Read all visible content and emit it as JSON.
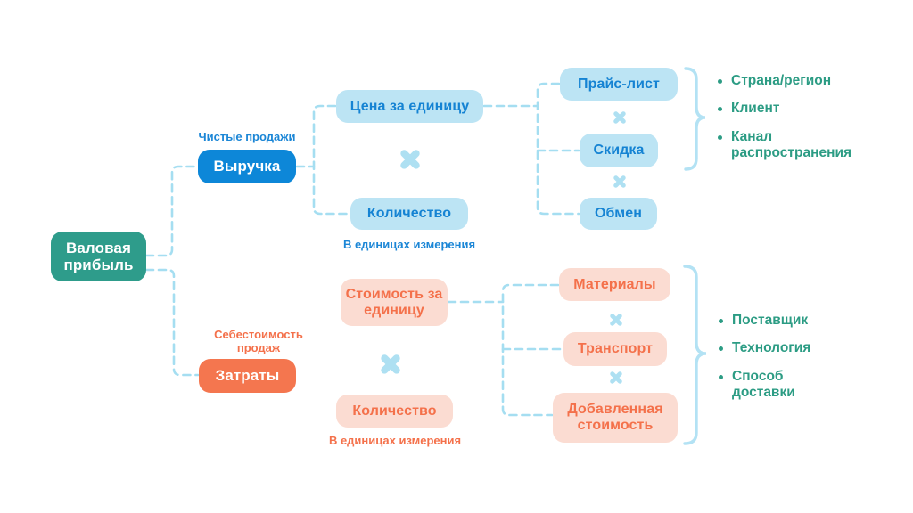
{
  "palette": {
    "background": "#ffffff",
    "teal_box": "#2E9C8B",
    "blue_box": "#0D87D8",
    "orange_box": "#F4764F",
    "light_blue_fill": "#BCE4F4",
    "pink_fill": "#FBDCD2",
    "blue_text": "#1583D3",
    "orange_text": "#F4714B",
    "green_text": "#2C9C84",
    "connector_blue": "#A5DEF1"
  },
  "root": {
    "label": "Валовая прибыль"
  },
  "revenue_branch": {
    "caption": "Чистые продажи",
    "label": "Выручка",
    "unit_price": "Цена за единицу",
    "quantity": "Количество",
    "quantity_caption": "В единицах измерения",
    "factors": [
      "Прайс-лист",
      "Скидка",
      "Обмен"
    ],
    "drivers": [
      "Страна/регион",
      "Клиент",
      "Канал\nраспространения"
    ]
  },
  "cost_branch": {
    "caption": "Себестоимость продаж",
    "label": "Затраты",
    "unit_price": "Стоимость за единицу",
    "quantity": "Количество",
    "quantity_caption": "В единицах измерения",
    "factors": [
      "Материалы",
      "Транспорт",
      "Добавленная стоимость"
    ],
    "drivers": [
      "Поставщик",
      "Технология",
      "Способ\nдоставки"
    ]
  }
}
